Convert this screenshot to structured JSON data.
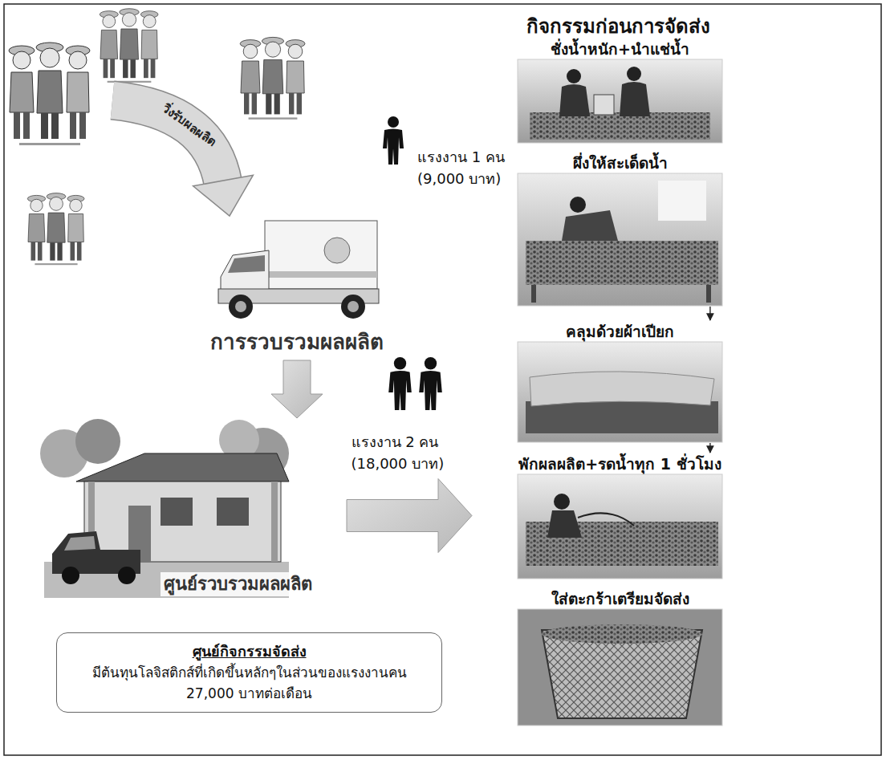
{
  "diagram": {
    "nodes": [
      {
        "text": [
          "การรวบรวมผลผลิต"
        ]
      },
      {
        "text": [
          "ศูนย์รวบรวมผลผลิต"
        ]
      },
      {
        "text": [
          "กิจกรรมก่อนการจัดส่ง"
        ]
      },
      {
        "text": [
          "ชั่งน้ำหนัก+นำแช่น้ำ"
        ],
        "in": 2
      },
      {
        "text": [
          "ผึ่งให้สะเด็ดน้ำ"
        ],
        "in": 2
      },
      {
        "text": [
          "คลุมด้วยผ้าเปียก"
        ],
        "in": 2
      },
      {
        "text": [
          "พักผลผลิต+รดน้ำทุก 1 ชั่วโมง"
        ],
        "in": 2
      },
      {
        "text": [
          "ใส่ตะกร้าเตรียมจัดส่ง"
        ],
        "in": 2
      },
      {
        "text": [
          "ศูนย์กิจกรรมจัดส่ง",
          "มีต้นทุนโลจิสติกส์ที่เกิดขึ้นหลักๆในส่วนของแรงงานคน 27,000 บาทต่อเดือน"
        ]
      }
    ],
    "edges": [
      {
        "from": 0,
        "to": 1,
        "arrow": "to"
      },
      {
        "from": 1,
        "to": 2,
        "label": "แรงงาน 2 คน (18,000 บาท)",
        "arrow": "to"
      },
      {
        "from": 4,
        "to": 5,
        "arrow": "to"
      },
      {
        "from": 5,
        "to": 6,
        "arrow": "to"
      }
    ],
    "labels": [
      "วิ่งรับผลผลิต",
      "แรงงาน 1 คน (9,000 บาท)"
    ]
  }
}
